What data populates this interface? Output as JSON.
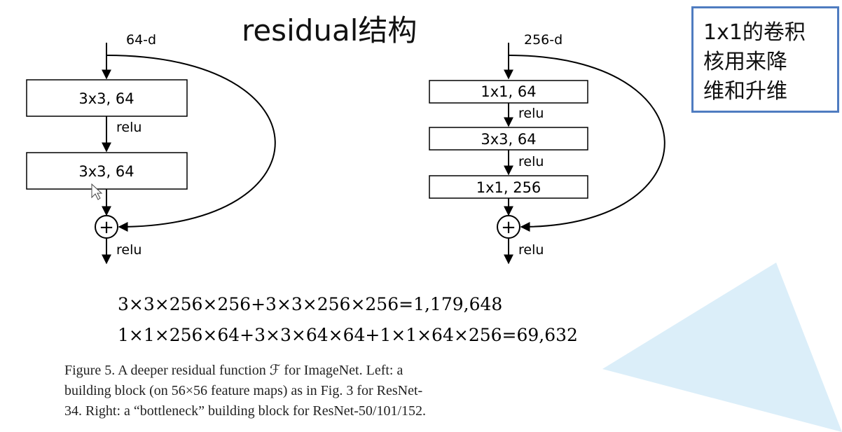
{
  "title": "residual结构",
  "note": {
    "lines": [
      "1x1的卷积",
      "核用来降",
      "维和升维"
    ]
  },
  "left_block": {
    "input_label": "64-d",
    "layer1": "3x3, 64",
    "act1": "relu",
    "layer2": "3x3, 64",
    "add_symbol": "+",
    "act_out": "relu"
  },
  "right_block": {
    "input_label": "256-d",
    "layer1": "1x1, 64",
    "act1": "relu",
    "layer2": "3x3, 64",
    "act2": "relu",
    "layer3": "1x1, 256",
    "add_symbol": "+",
    "act_out": "relu"
  },
  "equations": [
    "3×3×256×256+3×3×256×256=1,179,648",
    "1×1×256×64+3×3×64×64+1×1×64×256=69,632"
  ],
  "caption": {
    "lines": [
      "Figure 5. A deeper residual function ℱ for ImageNet.  Left: a",
      "building block (on 56×56 feature maps) as in Fig. 3 for ResNet-",
      "34. Right: a “bottleneck” building block for ResNet-50/101/152."
    ]
  },
  "colors": {
    "note_border": "#4f7cc0",
    "triangle": "#dbeef9"
  }
}
